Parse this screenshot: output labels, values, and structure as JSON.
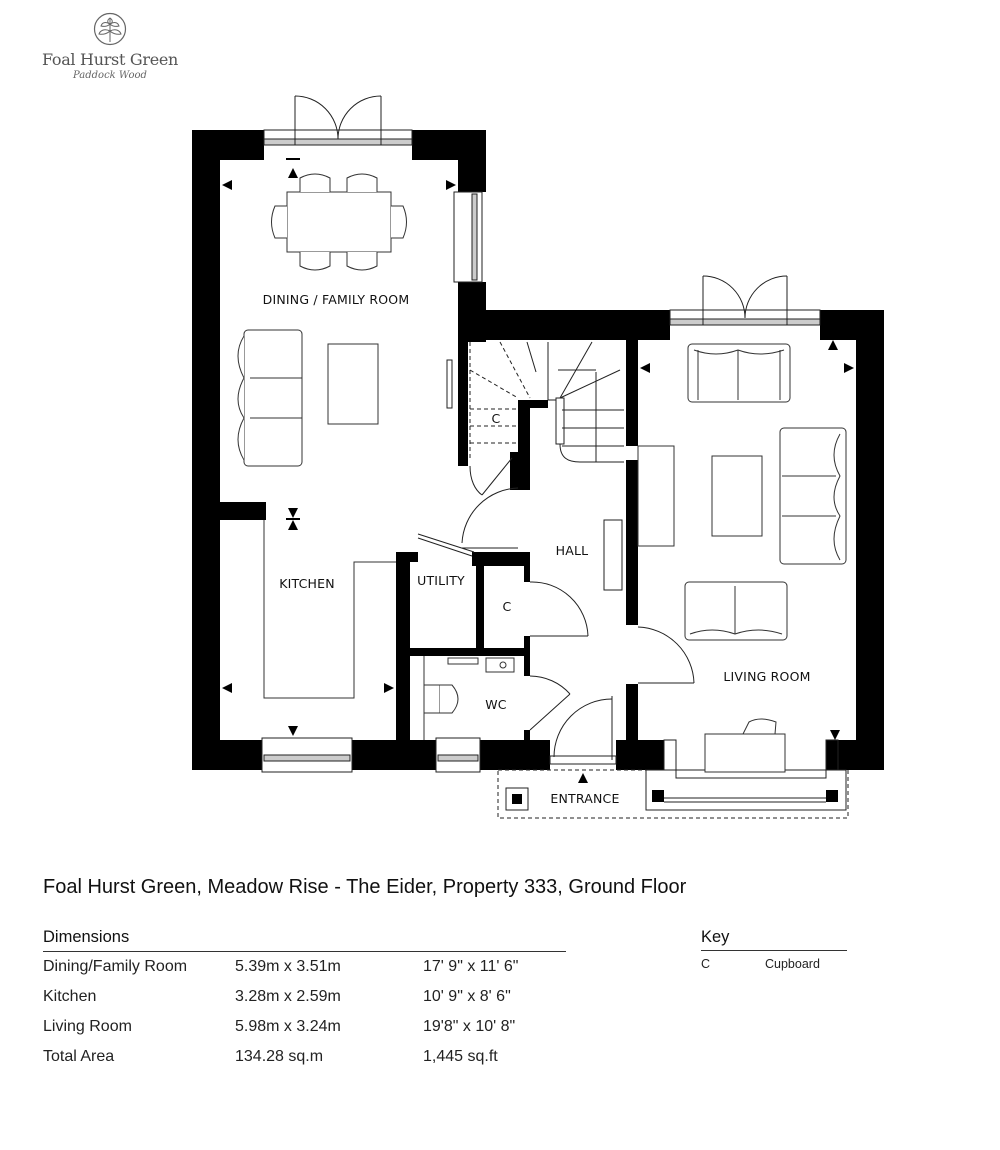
{
  "brand": {
    "name": "Foal Hurst Green",
    "location": "Paddock Wood",
    "logo_icon": "leaf-circle-icon"
  },
  "plan": {
    "rooms": {
      "dining": "DINING / FAMILY ROOM",
      "kitchen": "KITCHEN",
      "utility": "UTILITY",
      "hall": "HALL",
      "cupboard_stairs": "C",
      "cupboard_hall": "C",
      "wc": "WC",
      "living": "LIVING ROOM",
      "entrance": "ENTRANCE"
    },
    "colors": {
      "wall": "#000000",
      "line": "#222222",
      "background": "#ffffff"
    }
  },
  "title": "Foal Hurst Green, Meadow Rise - The Eider, Property 333, Ground Floor",
  "dimensions": {
    "heading": "Dimensions",
    "rows": [
      {
        "room": "Dining/Family Room",
        "metric": "5.39m x 3.51m",
        "imperial": "17' 9\" x 11' 6\""
      },
      {
        "room": "Kitchen",
        "metric": "3.28m x 2.59m",
        "imperial": "10' 9\" x 8' 6\""
      },
      {
        "room": "Living Room",
        "metric": "5.98m x 3.24m",
        "imperial": "19'8\" x 10' 8\""
      },
      {
        "room": "Total Area",
        "metric": "134.28 sq.m",
        "imperial": "1,445 sq.ft"
      }
    ]
  },
  "key": {
    "heading": "Key",
    "items": [
      {
        "code": "C",
        "meaning": "Cupboard"
      }
    ]
  }
}
